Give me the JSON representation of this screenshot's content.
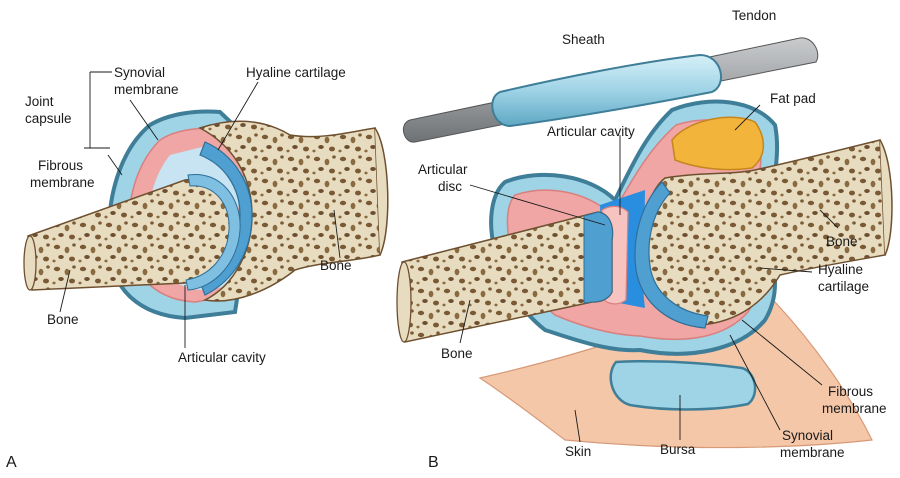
{
  "panels": {
    "a": "A",
    "b": "B"
  },
  "diagram_a": {
    "joint_capsule": [
      "Joint",
      "capsule"
    ],
    "synovial_membrane": [
      "Synovial",
      "membrane"
    ],
    "fibrous_membrane": [
      "Fibrous",
      "membrane"
    ],
    "hyaline_cartilage": "Hyaline cartilage",
    "bone_right": "Bone",
    "bone_left": "Bone",
    "articular_cavity": "Articular cavity"
  },
  "diagram_b": {
    "sheath": "Sheath",
    "tendon": "Tendon",
    "fat_pad": "Fat pad",
    "articular_cavity": "Articular cavity",
    "articular_disc": [
      "Articular",
      "disc"
    ],
    "bone_right": "Bone",
    "hyaline_cartilage": [
      "Hyaline",
      "cartilage"
    ],
    "bone_left": "Bone",
    "fibrous_membrane": [
      "Fibrous",
      "membrane"
    ],
    "synovial_membrane": [
      "Synovial",
      "membrane"
    ],
    "skin": "Skin",
    "bursa": "Bursa"
  },
  "colors": {
    "bone": "#e8dcc0",
    "bone_pores": "#7a5a34",
    "cartilage": "#4f9fd0",
    "synovial": "#f0a6a4",
    "fibrous": "#3f7e98",
    "capsule_fill": "#9fd3e6",
    "cavity": "#2a8ee0",
    "fat": "#f2b43a",
    "skin": "#f4c7a8",
    "tendon": "#a6a8aa"
  }
}
